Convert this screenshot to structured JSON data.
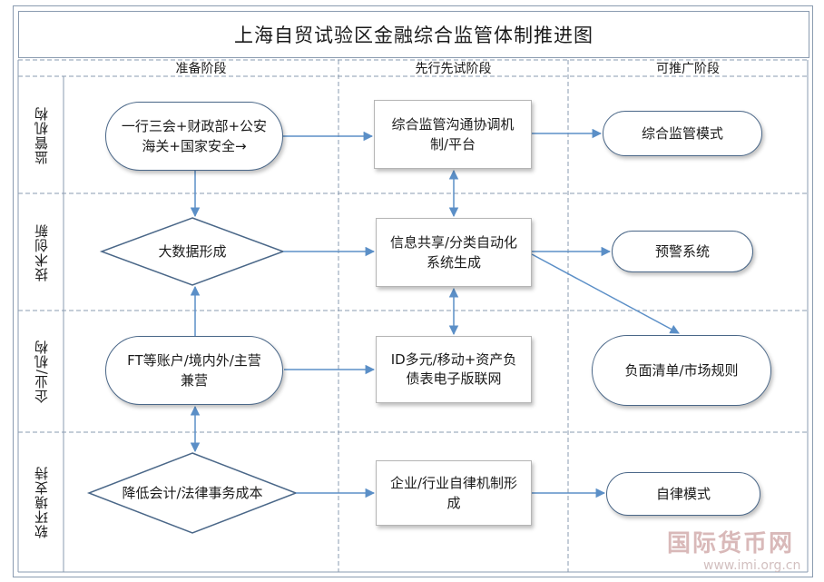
{
  "title": "上海自贸试验区金融综合监管体制推进图",
  "phases": [
    "准备阶段",
    "先行先试阶段",
    "可推广阶段"
  ],
  "lanes": [
    "监管机构",
    "技术创新",
    "企业/机构",
    "软环境支持"
  ],
  "nodes": {
    "supervisors": "一行三会+财政部+公安海关+国家安全→",
    "comm_platform": "综合监管沟通协调机制/平台",
    "integrated_model": "综合监管模式",
    "big_data": "大数据形成",
    "info_share": "信息共享/分类自动化系统生成",
    "early_warning": "预警系统",
    "ft_accounts": "FT等账户/境内外/主营兼营",
    "id_network": "ID多元/移动+资产负债表电子版联网",
    "negative_list": "负面清单/市场规则",
    "reduce_cost": "降低会计/法律事务成本",
    "self_discipline": "企业/行业自律机制形成",
    "self_model": "自律模式"
  },
  "watermark": {
    "text": "国际货币网",
    "url": "www.imi.org.cn"
  },
  "colors": {
    "connector": "#5b8fc7",
    "border": "#8a9bb0",
    "oval_border": "#4a6788"
  }
}
